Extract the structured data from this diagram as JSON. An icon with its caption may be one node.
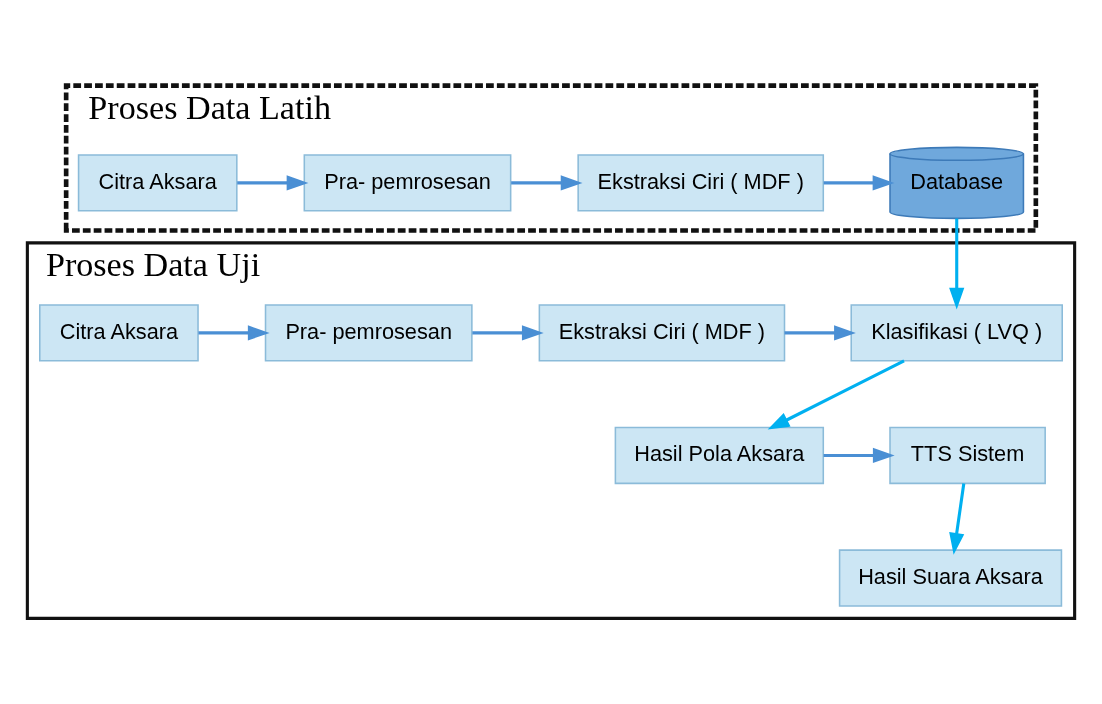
{
  "diagram": {
    "nodes": [
      {
        "text": [
          "Proses Data Latih"
        ]
      },
      {
        "text": [
          "Citra Aksara"
        ],
        "in": 0
      },
      {
        "text": [
          "Pra- pemrosesan"
        ],
        "in": 0
      },
      {
        "text": [
          "Ekstraksi Ciri ( MDF )"
        ],
        "in": 0
      },
      {
        "text": [
          "Database"
        ],
        "in": 0
      },
      {
        "text": [
          "Proses Data Uji"
        ]
      },
      {
        "text": [
          "Citra Aksara"
        ],
        "in": 5
      },
      {
        "text": [
          "Pra- pemrosesan"
        ],
        "in": 5
      },
      {
        "text": [
          "Ekstraksi Ciri ( MDF )"
        ],
        "in": 5
      },
      {
        "text": [
          "Klasifikasi ( LVQ )"
        ],
        "in": 5
      },
      {
        "text": [
          "Hasil Pola Aksara"
        ],
        "in": 5
      },
      {
        "text": [
          "TTS Sistem"
        ],
        "in": 5
      },
      {
        "text": [
          "Hasil Suara Aksara"
        ],
        "in": 5
      }
    ],
    "edges": [
      {
        "from": 1,
        "to": 2,
        "arrow": "to"
      },
      {
        "from": 2,
        "to": 3,
        "arrow": "to"
      },
      {
        "from": 3,
        "to": 4,
        "arrow": "to"
      },
      {
        "from": 4,
        "to": 9,
        "arrow": "to",
        "color": "#00b0f0"
      },
      {
        "from": 6,
        "to": 7,
        "arrow": "to"
      },
      {
        "from": 7,
        "to": 8,
        "arrow": "to"
      },
      {
        "from": 8,
        "to": 9,
        "arrow": "to"
      },
      {
        "from": 9,
        "to": 10,
        "arrow": "to",
        "color": "#00b0f0"
      },
      {
        "from": 10,
        "to": 11,
        "arrow": "to"
      },
      {
        "from": 11,
        "to": 12,
        "arrow": "to",
        "color": "#00b0f0"
      }
    ]
  }
}
